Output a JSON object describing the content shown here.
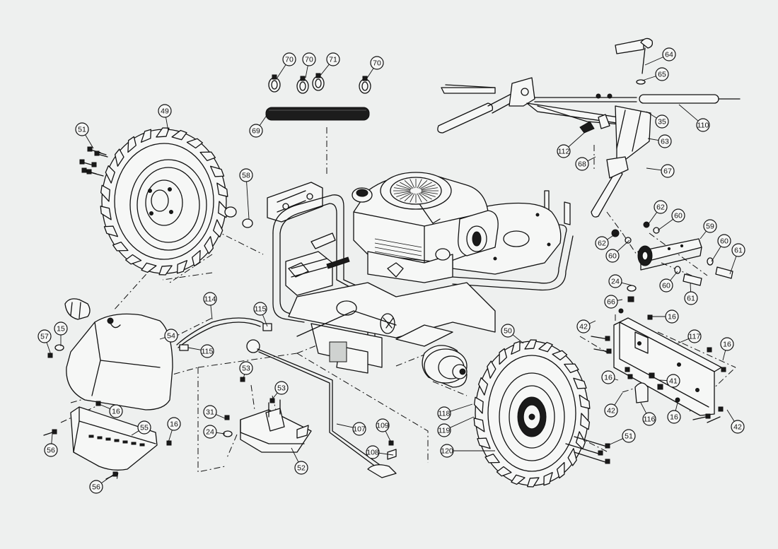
{
  "diagram": {
    "callout_numbers": [
      "70",
      "70",
      "71",
      "70",
      "69",
      "64",
      "65",
      "35",
      "110",
      "112",
      "68",
      "63",
      "67",
      "49",
      "51",
      "58",
      "62",
      "60",
      "59",
      "62",
      "60",
      "60",
      "61",
      "24",
      "60",
      "61",
      "66",
      "114",
      "115",
      "115",
      "54",
      "57",
      "15",
      "16",
      "42",
      "16",
      "50",
      "117",
      "16",
      "53",
      "53",
      "31",
      "24",
      "16",
      "55",
      "56",
      "56",
      "52",
      "107",
      "109",
      "108",
      "118",
      "119",
      "120",
      "16",
      "41",
      "42",
      "116",
      "16",
      "42",
      "51"
    ]
  }
}
